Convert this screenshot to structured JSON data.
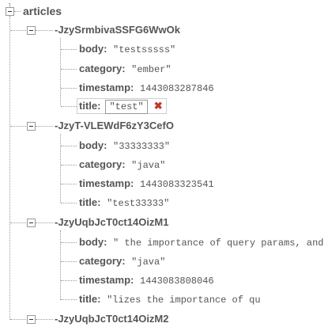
{
  "root": {
    "label": "articles",
    "top_glyph": "1"
  },
  "items": [
    {
      "key": "-JzySrmbivaSSFG6WwOk",
      "fields": [
        {
          "label": "body",
          "value": "\"testsssss\""
        },
        {
          "label": "category",
          "value": "\"ember\""
        },
        {
          "label": "timestamp",
          "value": "1443083287846"
        },
        {
          "label": "title",
          "value": "\"test\"",
          "editing": true
        }
      ]
    },
    {
      "key": "-JzyT-VLEWdF6zY3CefO",
      "fields": [
        {
          "label": "body",
          "value": "\"33333333\""
        },
        {
          "label": "category",
          "value": "\"java\""
        },
        {
          "label": "timestamp",
          "value": "1443083323541"
        },
        {
          "label": "title",
          "value": "\"test33333\""
        }
      ]
    },
    {
      "key": "-JzyUqbJcT0ct14OizM1",
      "fields": [
        {
          "label": "body",
          "value": "\" the importance of query params, and"
        },
        {
          "label": "category",
          "value": "\"java\""
        },
        {
          "label": "timestamp",
          "value": "1443083808046"
        },
        {
          "label": "title",
          "value": "\"lizes the importance of qu"
        }
      ]
    },
    {
      "key": "-JzyUqbJcT0ct14OizM2",
      "fields": []
    }
  ],
  "remove_symbol": "✖",
  "colors": {
    "remove": "#c0392b",
    "connector": "#9a9a9a",
    "text": "#555555"
  }
}
